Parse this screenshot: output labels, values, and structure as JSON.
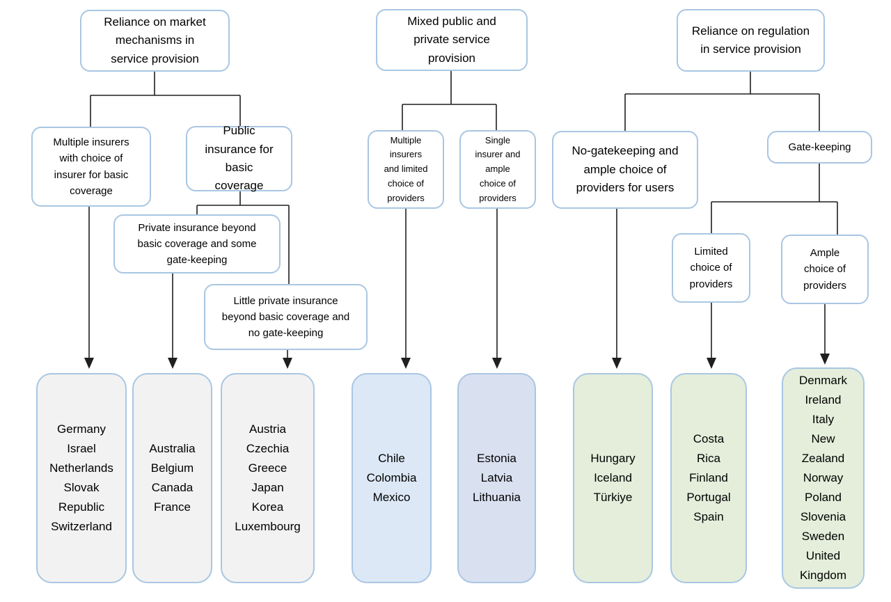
{
  "colors": {
    "border_blue": "#a9c6e3",
    "fill_white": "#ffffff",
    "fill_gray": "#f2f2f2",
    "fill_blue_light": "#dce8f5",
    "fill_blue_periwinkle": "#d9e0f0",
    "fill_green": "#e4eedb",
    "line_color": "#1f1f1f"
  },
  "tree": {
    "market": {
      "root": "Reliance on market mechanisms in service provision",
      "multiple_insurers": "Multiple insurers with choice of insurer for basic coverage",
      "public_insurance": "Public insurance for basic coverage",
      "private_beyond_basic": "Private insurance beyond basic coverage and some gate-keeping",
      "little_private": "Little private insurance beyond basic coverage and no gate-keeping"
    },
    "mixed": {
      "root": "Mixed public and private service provision",
      "multiple_limited": "Multiple insurers and limited choice of providers",
      "single_ample": "Single insurer and ample choice of providers"
    },
    "regulation": {
      "root": "Reliance on regulation in service provision",
      "no_gatekeeping": "No-gatekeeping and ample choice of providers for users",
      "gatekeeping": "Gate-keeping",
      "limited_choice": "Limited choice of providers",
      "ample_choice": "Ample choice of providers"
    }
  },
  "country_groups": {
    "market_multiple_insurers": [
      "Germany",
      "Israel",
      "Netherlands",
      "Slovak Republic",
      "Switzerland"
    ],
    "market_private_beyond_basic": [
      "Australia",
      "Belgium",
      "Canada",
      "France"
    ],
    "market_little_private": [
      "Austria",
      "Czechia",
      "Greece",
      "Japan",
      "Korea",
      "Luxembourg"
    ],
    "mixed_multiple_limited": [
      "Chile",
      "Colombia",
      "Mexico"
    ],
    "mixed_single_ample": [
      "Estonia",
      "Latvia",
      "Lithuania"
    ],
    "regulation_no_gatekeeping": [
      "Hungary",
      "Iceland",
      "Türkiye"
    ],
    "regulation_limited_choice": [
      "Costa Rica",
      "Finland",
      "Portugal",
      "Spain"
    ],
    "regulation_ample_choice": [
      "Denmark",
      "Ireland",
      "Italy",
      "New Zealand",
      "Norway",
      "Poland",
      "Slovenia",
      "Sweden",
      "United Kingdom"
    ]
  }
}
